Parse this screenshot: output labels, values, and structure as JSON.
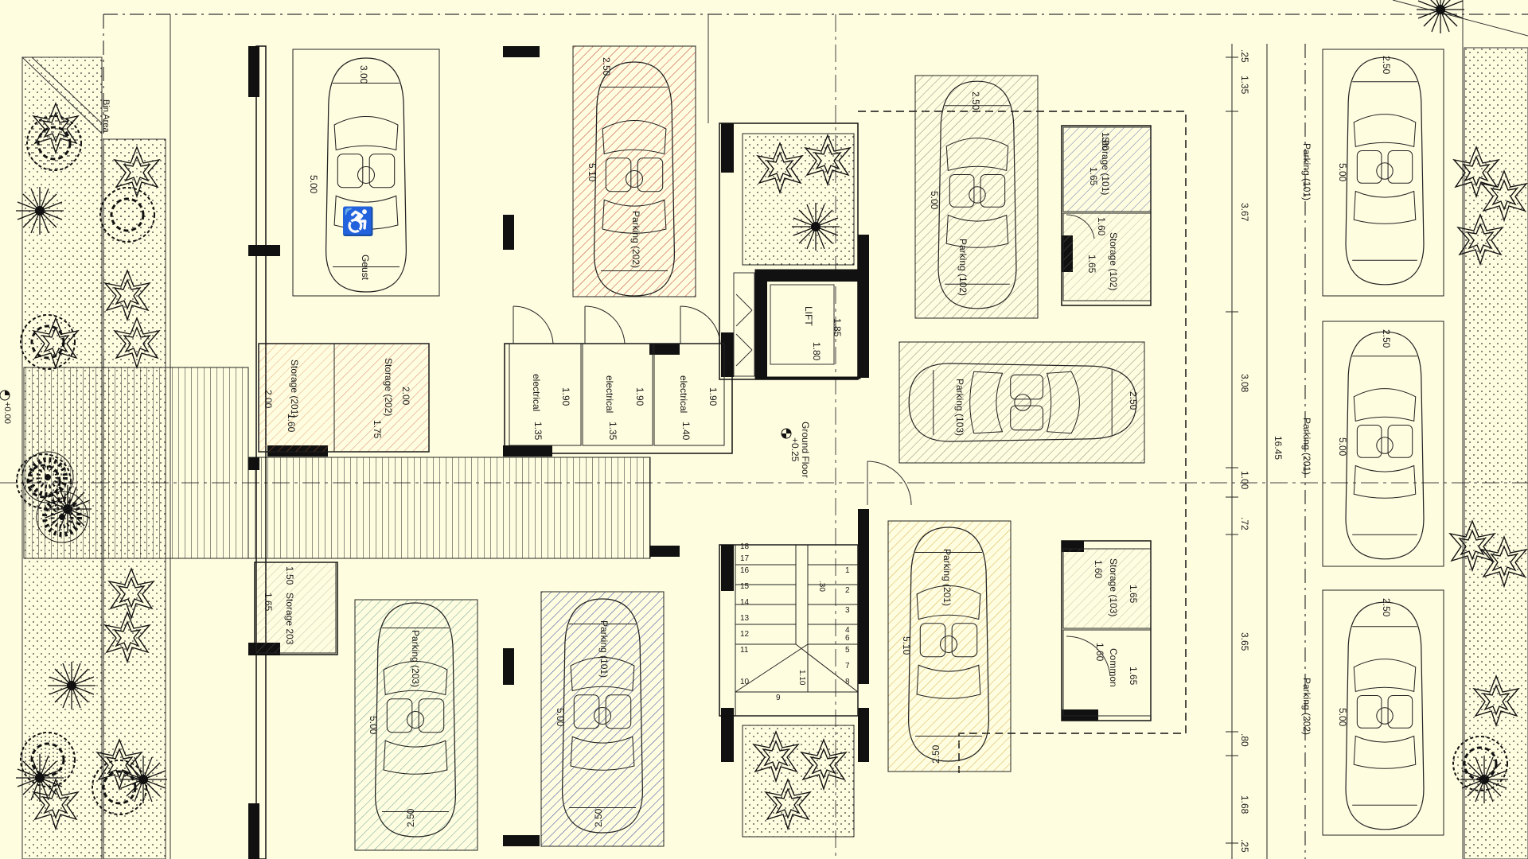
{
  "level": {
    "label": "Ground Floor",
    "elevation": "+0.25"
  },
  "site_level": "+0.00",
  "bin_area": "Bin Area",
  "lift": {
    "label": "LIFT",
    "w": "1.80",
    "d": "1.85"
  },
  "parking_spaces": [
    {
      "id": "guest",
      "label": "Geust",
      "w": "3.00",
      "l": "5.00"
    },
    {
      "id": "p202-left",
      "label": "Parking (202)",
      "w": "2.50",
      "l": "5.10"
    },
    {
      "id": "p102",
      "label": "Parking (102)",
      "w": "2.50",
      "l": "5.00"
    },
    {
      "id": "p103",
      "label": "Parking (103)",
      "w": "2.50",
      "l": ""
    },
    {
      "id": "p201-mid",
      "label": "Parking (201)",
      "w": "2.50",
      "l": "5.10"
    },
    {
      "id": "p203",
      "label": "Parking (203)",
      "w": "2.50",
      "l": "5.00"
    },
    {
      "id": "p101-left",
      "label": "Parking (101)",
      "w": "2.50",
      "l": "5.00"
    },
    {
      "id": "p101-right",
      "label": "Parking (101)",
      "w": "2.50",
      "l": "5.00"
    },
    {
      "id": "p201-right",
      "label": "Parking (201)",
      "w": "2.50",
      "l": "5.00"
    },
    {
      "id": "p202-right",
      "label": "Parking (202)",
      "w": "2.50",
      "l": "5.00"
    }
  ],
  "storage_units": [
    {
      "id": "s201",
      "label": "Storage (201)",
      "w": "1.60",
      "l": "2.00"
    },
    {
      "id": "s202",
      "label": "Storage (202)",
      "w": "1.75",
      "l": "2.00"
    },
    {
      "id": "s203",
      "label": "Storage 203",
      "w": "1.50",
      "l": "1.65"
    },
    {
      "id": "s101",
      "label": "Storage (101)",
      "w": "1.60",
      "l": "1.65"
    },
    {
      "id": "s102",
      "label": "Storage (102)",
      "w": "1.60",
      "l": "1.65"
    },
    {
      "id": "s103",
      "label": "Storage (103)",
      "w": "1.60",
      "l": "1.65"
    },
    {
      "id": "common",
      "label": "Common",
      "w": "1.60",
      "l": "1.65"
    }
  ],
  "electrical_rooms": [
    {
      "label": "electrical",
      "w": "1.35",
      "d": "1.90"
    },
    {
      "label": "electrical",
      "w": "1.35",
      "d": "1.90"
    },
    {
      "label": "electrical",
      "w": "1.40",
      "d": "1.90"
    }
  ],
  "stairs": {
    "steps": [
      "1",
      "2",
      "3",
      "4",
      "5",
      "6",
      "7",
      "8",
      "9",
      "10",
      "11",
      "12",
      "13",
      "14",
      "15",
      "16",
      "17",
      "18"
    ],
    "tread": ".30",
    "width": "1.10"
  },
  "right_dims": {
    "total": "16.45",
    "segments": [
      ".25",
      "1.35",
      "3.67",
      "3.08",
      "1.00",
      ".72",
      "3.65",
      ".80",
      "1.68",
      ".25"
    ]
  }
}
